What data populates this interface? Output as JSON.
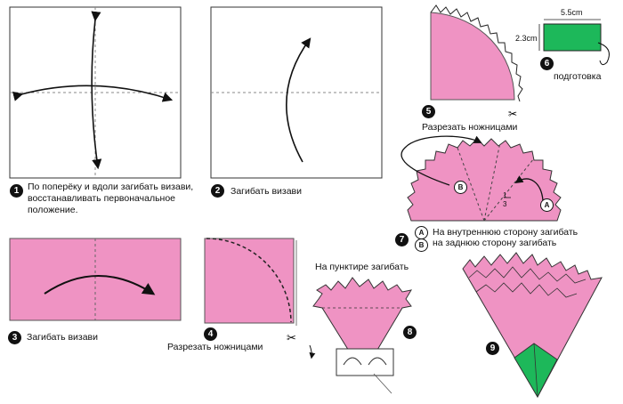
{
  "steps": {
    "s1": {
      "num": "1",
      "text": "По поперёку и вдоли загибать визави, восстанавливать первоначальное положение."
    },
    "s2": {
      "num": "2",
      "text": "Загибать визави"
    },
    "s3": {
      "num": "3",
      "text": "Загибать визави"
    },
    "s4": {
      "num": "4",
      "text": "Разрезать ножницами"
    },
    "s5": {
      "num": "5",
      "text": "Разрезать ножницами"
    },
    "s6": {
      "num": "6",
      "text": "подготовка",
      "width_label": "5.5cm",
      "height_label": "2.3cm"
    },
    "s7": {
      "num": "7",
      "a_text": "На внутреннюю сторону загибать",
      "b_text": "на заднюю сторону загибать"
    },
    "s8": {
      "num": "8",
      "text": "На пунктире загибать"
    },
    "s9": {
      "num": "9"
    }
  },
  "markers": {
    "a": "A",
    "b": "B",
    "third_top": "1",
    "third_bottom": "3"
  },
  "colors": {
    "pink": "#ef93c3",
    "green": "#1db85a",
    "line": "#222222"
  }
}
